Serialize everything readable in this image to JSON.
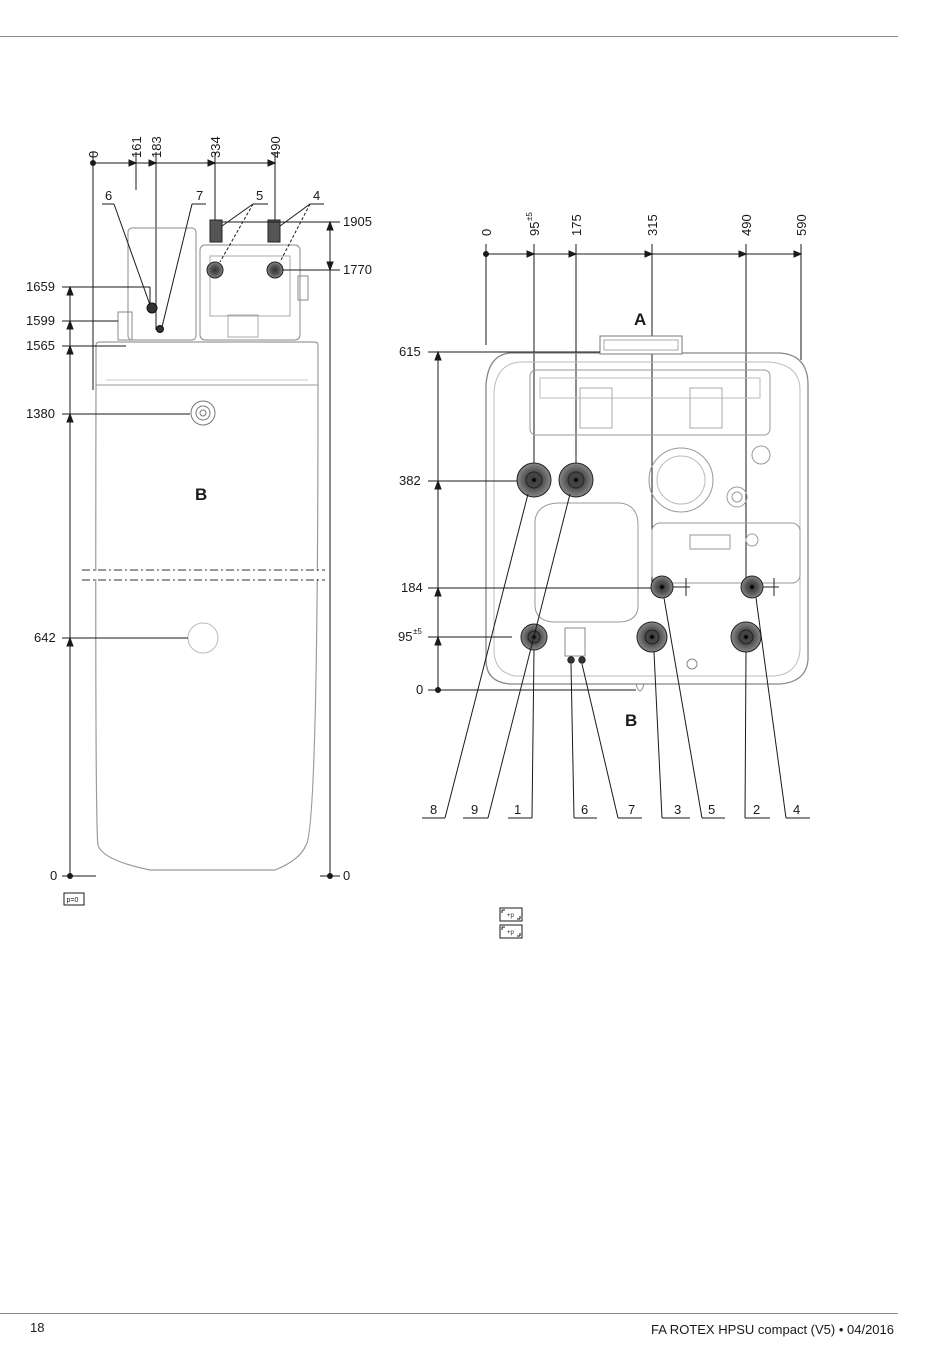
{
  "header": {},
  "side_view": {
    "horizontal_dims": [
      "0",
      "161",
      "183",
      "334",
      "490"
    ],
    "callouts": [
      "6",
      "7",
      "5",
      "4"
    ],
    "right_heights": [
      "1905",
      "1770",
      "0"
    ],
    "left_heights": [
      "1659",
      "1599",
      "1565",
      "1380",
      "642",
      "0"
    ],
    "region_label": "B",
    "symbol_text": "p=0"
  },
  "top_view": {
    "horizontal_dims": [
      "0",
      "95",
      "175",
      "315",
      "490",
      "590"
    ],
    "tolerance": "±5",
    "vertical_dims": [
      "615",
      "382",
      "184",
      "95",
      "0"
    ],
    "label_a": "A",
    "label_b": "B",
    "bottom_callouts": [
      "8",
      "9",
      "1",
      "6",
      "7",
      "3",
      "5",
      "2",
      "4"
    ],
    "symbol_text": "+p"
  },
  "footer": {
    "page_number": "18",
    "document_ref": "FA ROTEX HPSU compact (V5) • 04/2016"
  }
}
